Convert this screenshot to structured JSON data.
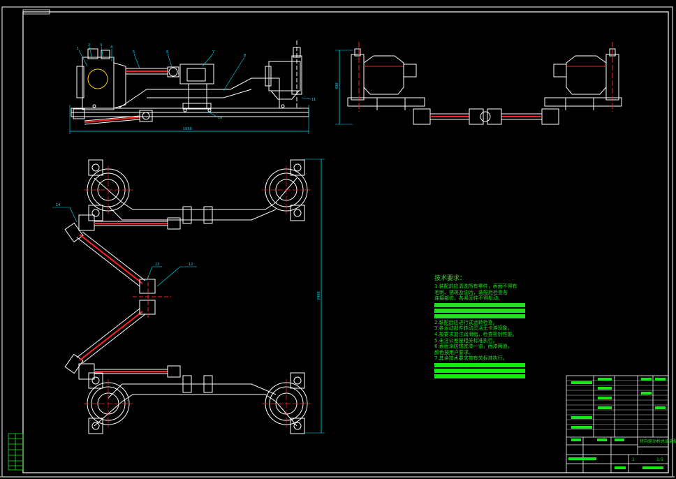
{
  "drawing": {
    "callouts_elevation": [
      "1",
      "2",
      "3",
      "4",
      "5",
      "6",
      "7",
      "8",
      "10",
      "11"
    ],
    "callouts_plan": [
      "14",
      "13",
      "12"
    ],
    "dimension_labels": {
      "front_overall": "1650",
      "side_height": "430",
      "plan_height": "2460"
    }
  },
  "technical_requirements": {
    "title": "技术要求：",
    "lines": [
      "1.装配前应清洗所有零件，表面不得有",
      "毛刺、锈斑及油污，装配后检查各",
      "连接部位，各紧固件不得松动。",
      "2.装配后应进行试运转检查。",
      "3.各运动部件转动灵活无卡滞现象。",
      "4.按要求加注润滑脂，检查密封性能。",
      "5.未注公差按相关标准执行。",
      "6.表面涂防锈底漆一道，面漆两道，",
      "颜色按用户要求。",
      "7.其余技术要求按有关标准执行。"
    ]
  },
  "title_block": {
    "title": "转向驱动桥总成装配图",
    "scale": "1:5",
    "sheet": "1"
  },
  "colors": {
    "background": "#000000",
    "lines": "#ffffff",
    "red": "#ff2020",
    "green": "#19e619",
    "cyan": "#00e5ff"
  }
}
